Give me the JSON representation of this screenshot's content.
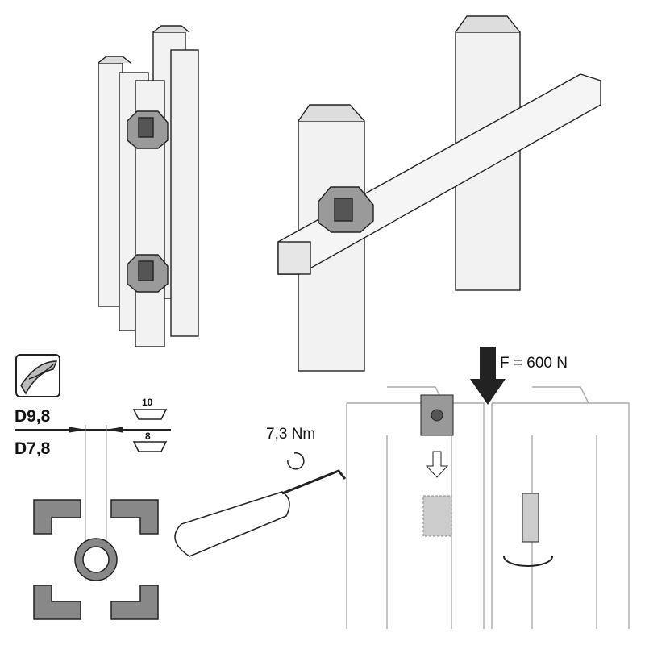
{
  "labels": {
    "drill_large": "D9,8",
    "drill_small": "D7,8",
    "slot_large": "10",
    "slot_small": "8",
    "torque": "7,3 Nm",
    "force": "F = 600 N"
  },
  "colors": {
    "line": "#222222",
    "profile_fill": "#e6e6e6",
    "connector_fill": "#9a9a9a",
    "faded_line": "#bbbbbb"
  }
}
